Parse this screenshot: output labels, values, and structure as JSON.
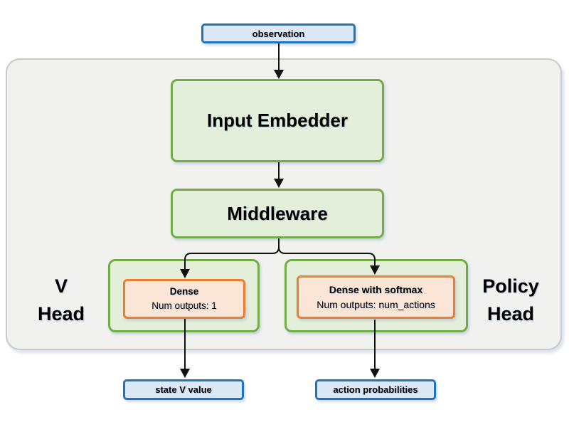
{
  "colors": {
    "blue_border": "#2273bd",
    "blue_fill": "#dbe9f6",
    "green_border": "#70ad47",
    "green_fill": "#e3efda",
    "orange_border": "#ed7d31",
    "orange_fill": "#fbe5d6",
    "container_fill": "#f1f1f0",
    "container_border": "#c9c9c9",
    "arrow": "#111111"
  },
  "nodes": {
    "observation": {
      "label": "observation"
    },
    "input_embedder": {
      "label": "Input Embedder"
    },
    "middleware": {
      "label": "Middleware"
    },
    "v_head": {
      "title_line1": "V",
      "title_line2": "Head",
      "dense": {
        "title": "Dense",
        "subtitle": "Num outputs: 1"
      },
      "output": {
        "label": "state V value"
      }
    },
    "policy_head": {
      "title_line1": "Policy",
      "title_line2": "Head",
      "dense": {
        "title": "Dense with softmax",
        "subtitle": "Num outputs: num_actions"
      },
      "output": {
        "label": "action probabilities"
      }
    }
  }
}
